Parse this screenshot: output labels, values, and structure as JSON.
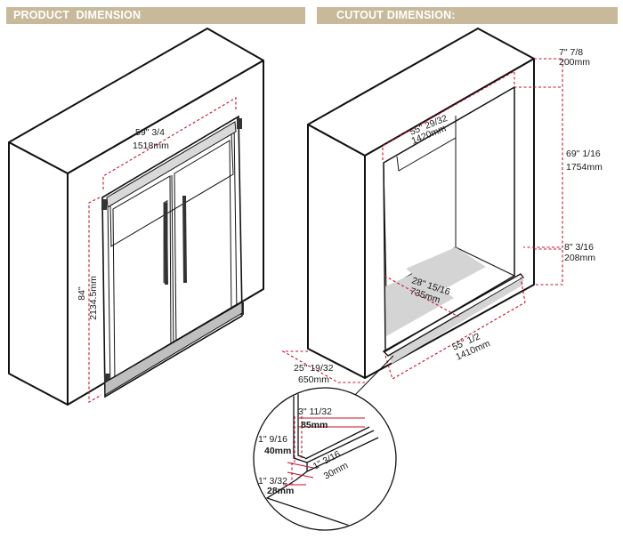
{
  "headers": {
    "product": "PRODUCT  DIMENSION",
    "cutout": "CUTOUT DIMENSION:"
  },
  "product": {
    "width_in": "59\" 3/4",
    "width_mm": "1518mm",
    "height_in": "84\"",
    "height_mm": "2134.5mm"
  },
  "cutout": {
    "width_top_in": "55\" 29/32",
    "width_top_mm": "1420mm",
    "top_gap_in": "7\" 7/8",
    "top_gap_mm": "200mm",
    "height_in": "69\" 1/16",
    "height_mm": "1754mm",
    "bottom_gap_in": "8\" 3/16",
    "bottom_gap_mm": "208mm",
    "depth_inner_in": "28\" 15/16",
    "depth_inner_mm": "735mm",
    "width_bottom_in": "55\" 1/2",
    "width_bottom_mm": "1410mm",
    "depth_outer_in": "25\" 19/32",
    "depth_outer_mm": "650mm"
  },
  "detail": {
    "flange_in": "3\" 11/32",
    "flange_mm": "85mm",
    "step_in": "1\" 9/16",
    "step_mm": "40mm",
    "lip_in": "1\" 3/16",
    "lip_mm": "30mm",
    "base_in": "1\" 3/32",
    "base_mm": "28mm"
  }
}
